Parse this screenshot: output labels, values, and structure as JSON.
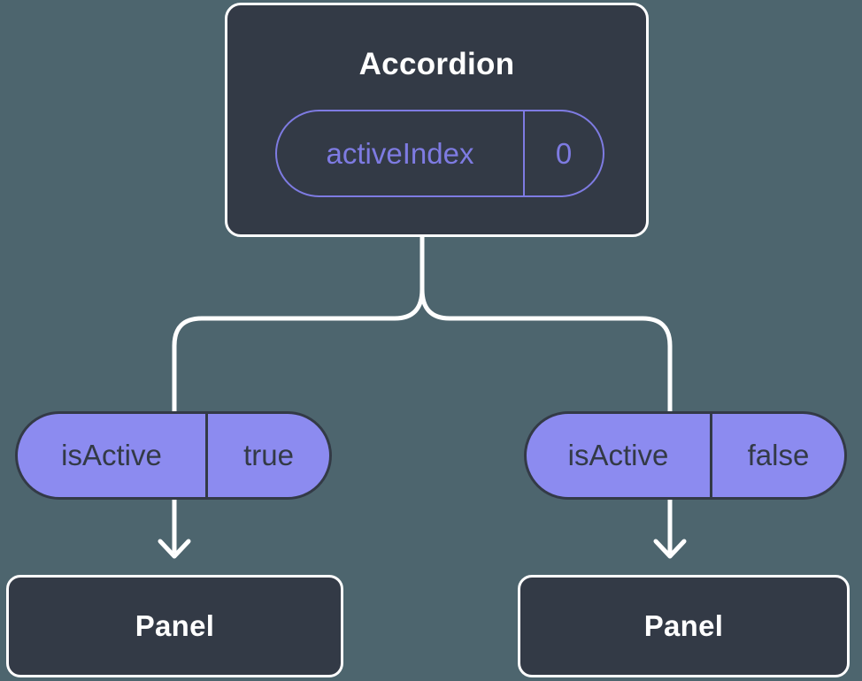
{
  "theme": {
    "background": "#4D656E",
    "node_fill": "#333A46",
    "node_border": "#FFFFFF",
    "node_text": "#FFFFFF",
    "accent": "#7E7BE2",
    "pill_fill": "#8C8BF0",
    "pill_border": "#333A46",
    "pill_text": "#333A46",
    "connector": "#FFFFFF"
  },
  "diagram": {
    "type": "component-state-tree",
    "root": {
      "title": "Accordion",
      "prop": {
        "name": "activeIndex",
        "value": "0"
      }
    },
    "branches": [
      {
        "state": {
          "name": "isActive",
          "value": "true"
        },
        "child": {
          "title": "Panel"
        }
      },
      {
        "state": {
          "name": "isActive",
          "value": "false"
        },
        "child": {
          "title": "Panel"
        }
      }
    ]
  }
}
